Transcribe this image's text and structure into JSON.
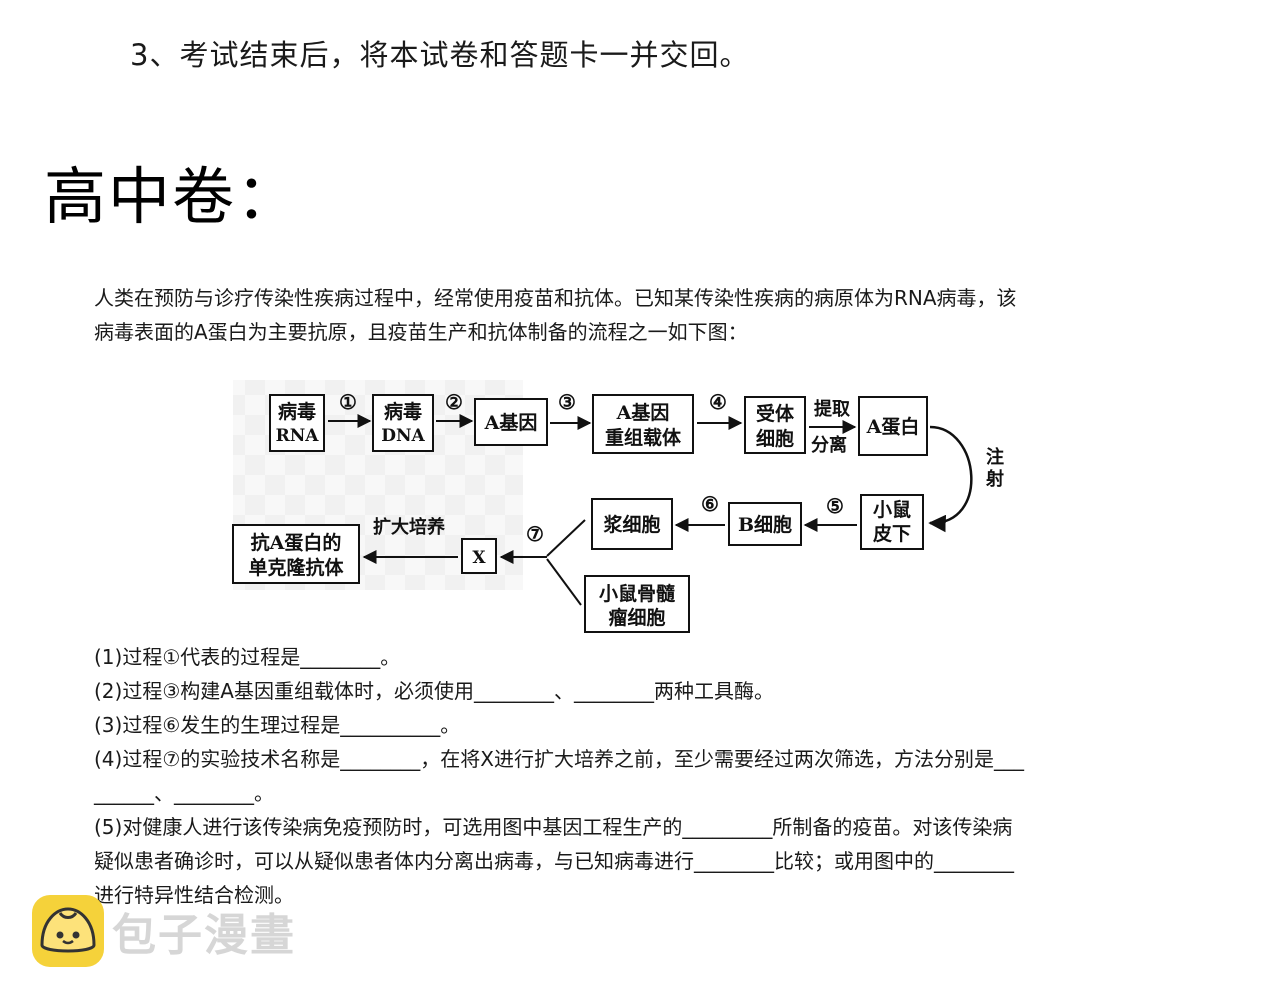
{
  "header": {
    "instruction": "3、考试结束后，将本试卷和答题卡一并交回。",
    "section_title": "高中卷："
  },
  "intro": {
    "line1": "人类在预防与诊疗传染性疾病过程中，经常使用疫苗和抗体。已知某传染性疾病的病原体为RNA病毒，该",
    "line2": "病毒表面的A蛋白为主要抗原，且疫苗生产和抗体制备的流程之一如下图："
  },
  "diagram": {
    "nodes": {
      "virus_rna": [
        "病毒",
        "RNA"
      ],
      "virus_dna": [
        "病毒",
        "DNA"
      ],
      "gene_a": "A基因",
      "recombinant_vector": [
        "A基因",
        "重组载体"
      ],
      "receptor_cell": [
        "受体",
        "细胞"
      ],
      "protein_a": "A蛋白",
      "mouse_subq": [
        "小鼠",
        "皮下"
      ],
      "b_cell": "B细胞",
      "plasma_cell": "浆细胞",
      "myeloma_cell": [
        "小鼠骨髓",
        "瘤细胞"
      ],
      "x_cell": "X",
      "monoclonal_antibody": [
        "抗A蛋白的",
        "单克隆抗体"
      ]
    },
    "step_labels": [
      "①",
      "②",
      "③",
      "④",
      "⑤",
      "⑥",
      "⑦"
    ],
    "edge_labels": {
      "extract_top": "提取",
      "extract_bottom": "分离",
      "inject": [
        "注",
        "射"
      ],
      "expand_culture": "扩大培养"
    }
  },
  "questions": [
    "(1)过程①代表的过程是________。",
    "(2)过程③构建A基因重组载体时，必须使用________、________两种工具酶。",
    "(3)过程⑥发生的生理过程是__________。",
    "(4)过程⑦的实验技术名称是________，在将X进行扩大培养之前，至少需要经过两次筛选，方法分别是___",
    "______、________。",
    "(5)对健康人进行该传染病免疫预防时，可选用图中基因工程生产的_________所制备的疫苗。对该传染病",
    "疑似患者确诊时，可以从疑似患者体内分离出病毒，与已知病毒进行________比较；或用图中的________",
    "进行特异性结合检测。"
  ],
  "watermark": {
    "icon": "bun-face-icon",
    "text": "包子漫畫",
    "logo_color": "#f5d23a"
  }
}
